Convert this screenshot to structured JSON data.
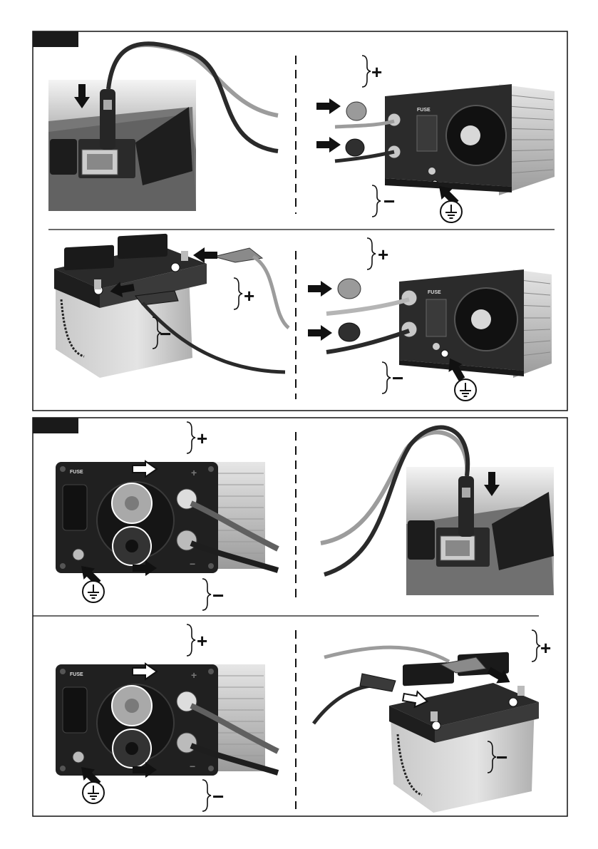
{
  "panels": [
    {
      "id": "fig-1",
      "badge": "",
      "colors": {
        "frame": "#111111",
        "badge": "#1a1a1a"
      }
    },
    {
      "id": "fig-2",
      "badge": ""
    }
  ],
  "symbols": {
    "plus": "+",
    "minus": "−"
  },
  "labels": {
    "fuse": "FUSE"
  },
  "icons": [
    "arrow-icon",
    "outline-arrow-icon",
    "ground-symbol-icon",
    "brace-icon",
    "cigarette-plug-icon",
    "battery-icon",
    "inverter-icon",
    "clamp-icon"
  ],
  "colors": {
    "red_cable": "#9c9c9c",
    "black_cable": "#2a2a2a",
    "inverter_body": "#bdbdbd",
    "battery_case": "#d6d6d6"
  }
}
